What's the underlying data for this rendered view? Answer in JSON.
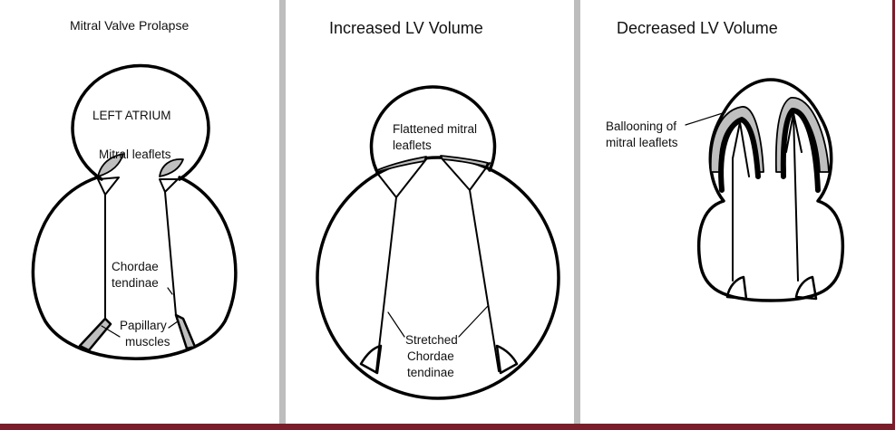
{
  "panels": [
    {
      "title": "Mitral Valve Prolapse",
      "labels": {
        "left_atrium": "LEFT ATRIUM",
        "mitral_leaflets": "Mitral leaflets",
        "chordae_line1": "Chordae",
        "chordae_line2": "tendinae",
        "papillary_line1": "Papillary",
        "papillary_line2": "muscles"
      }
    },
    {
      "title": "Increased LV Volume",
      "labels": {
        "flattened_line1": "Flattened mitral",
        "flattened_line2": "leaflets",
        "stretched_line1": "Stretched",
        "stretched_line2": "Chordae",
        "stretched_line3": "tendinae"
      }
    },
    {
      "title": "Decreased LV Volume",
      "labels": {
        "ballooning_line1": "Ballooning of",
        "ballooning_line2": "mitral leaflets"
      }
    }
  ],
  "colors": {
    "divider": "#bdbdbd",
    "frame_accent": "#7b1e2b",
    "leaflet_fill": "#bfbfbf",
    "outline": "#000000"
  }
}
